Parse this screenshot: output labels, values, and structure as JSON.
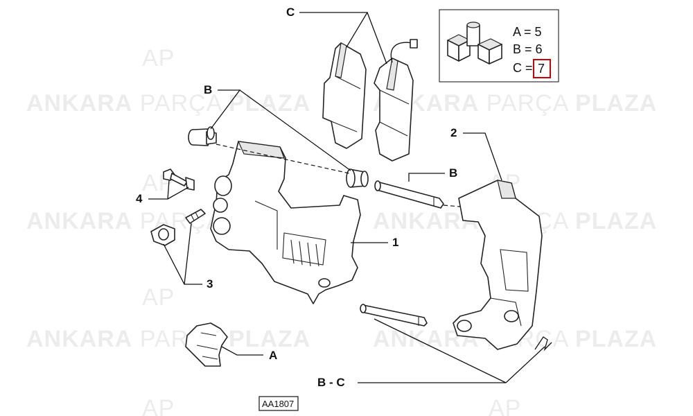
{
  "watermark": {
    "brand_bold_1": "ANKARA",
    "brand_light": "PARÇA",
    "brand_bold_2": "PLAZA",
    "logo": "AP"
  },
  "labels": {
    "c_top": "C",
    "b_top": "B",
    "b_mid": "B",
    "two": "2",
    "one": "1",
    "four": "4",
    "three": "3",
    "a": "A",
    "bc": "B - C"
  },
  "legend": {
    "row_a": "A = 5",
    "row_b": "B = 6",
    "row_c_prefix": "C =",
    "row_c_value": "7",
    "highlight_color": "#cc0000"
  },
  "diagram_code": "AA1807"
}
